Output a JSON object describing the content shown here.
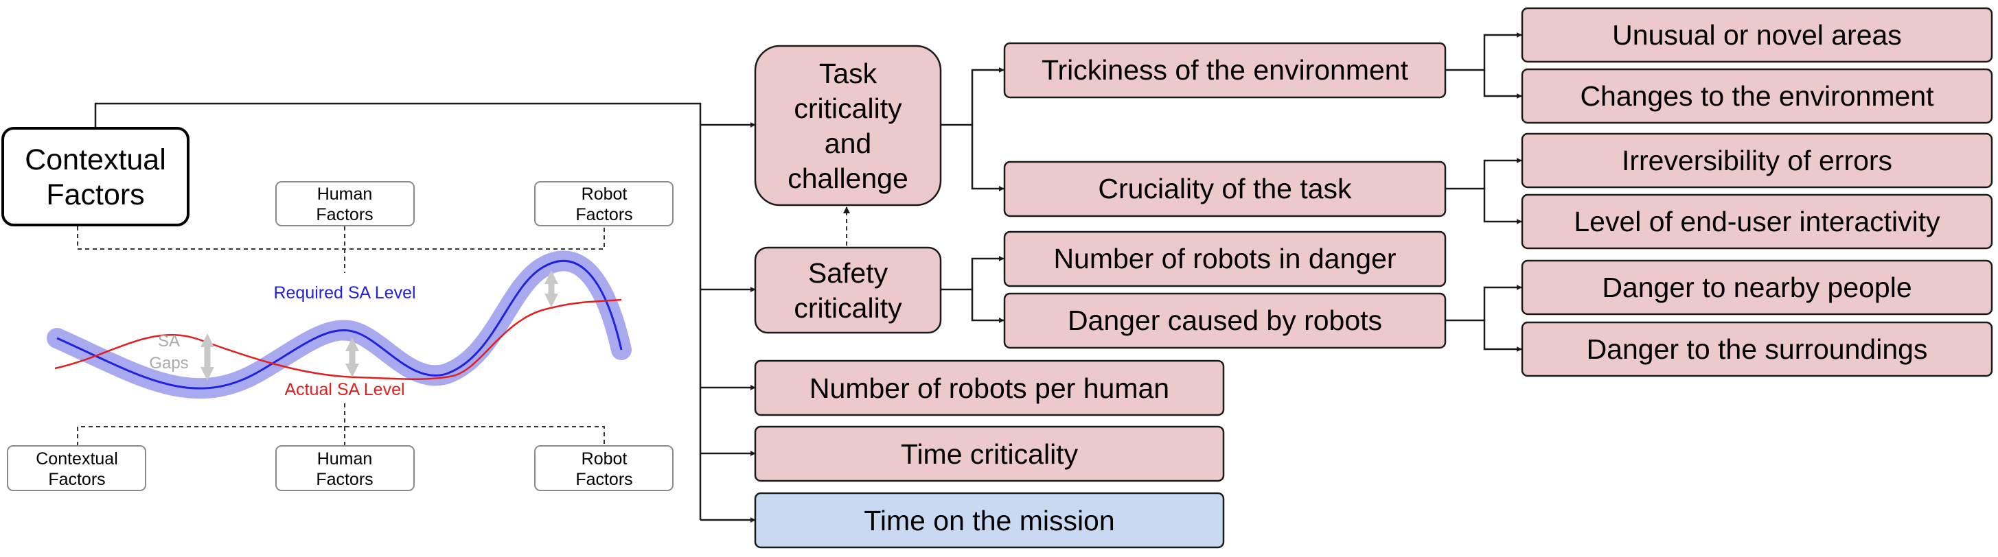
{
  "root": {
    "label_line1": "Contextual",
    "label_line2": "Factors"
  },
  "inset": {
    "top_factors": [
      {
        "line1": "Human",
        "line2": "Factors"
      },
      {
        "line1": "Robot",
        "line2": "Factors"
      }
    ],
    "bottom_factors": [
      {
        "line1": "Contextual",
        "line2": "Factors"
      },
      {
        "line1": "Human",
        "line2": "Factors"
      },
      {
        "line1": "Robot",
        "line2": "Factors"
      }
    ],
    "required_label": "Required SA Level",
    "actual_label": "Actual SA Level",
    "gaps_line1": "SA",
    "gaps_line2": "Gaps",
    "colors": {
      "required": "#2222dd",
      "required_band": "#a9a9f0",
      "actual": "#e02020",
      "gap_arrow": "#c8c8c8"
    }
  },
  "level1": {
    "task": {
      "line1": "Task",
      "line2": "criticality",
      "line3": "and",
      "line4": "challenge"
    },
    "safety": {
      "line1": "Safety",
      "line2": "criticality"
    },
    "robots_per_human": "Number of robots per human",
    "time_criticality": "Time criticality",
    "time_on_mission": "Time on the mission"
  },
  "level2": {
    "trickiness": "Trickiness of the environment",
    "cruciality": "Cruciality of the task",
    "robots_in_danger": "Number of robots in danger",
    "danger_by_robots": "Danger caused by robots"
  },
  "level3": {
    "unusual": "Unusual or novel areas",
    "changes": "Changes to the environment",
    "irreversibility": "Irreversibility of errors",
    "interactivity": "Level of end-user interactivity",
    "danger_people": "Danger to nearby people",
    "danger_surroundings": "Danger to the surroundings"
  },
  "colors": {
    "factor_fill": "#ecc9cb",
    "highlight_fill": "#c9d9f2",
    "stroke": "#1a1a1a"
  }
}
